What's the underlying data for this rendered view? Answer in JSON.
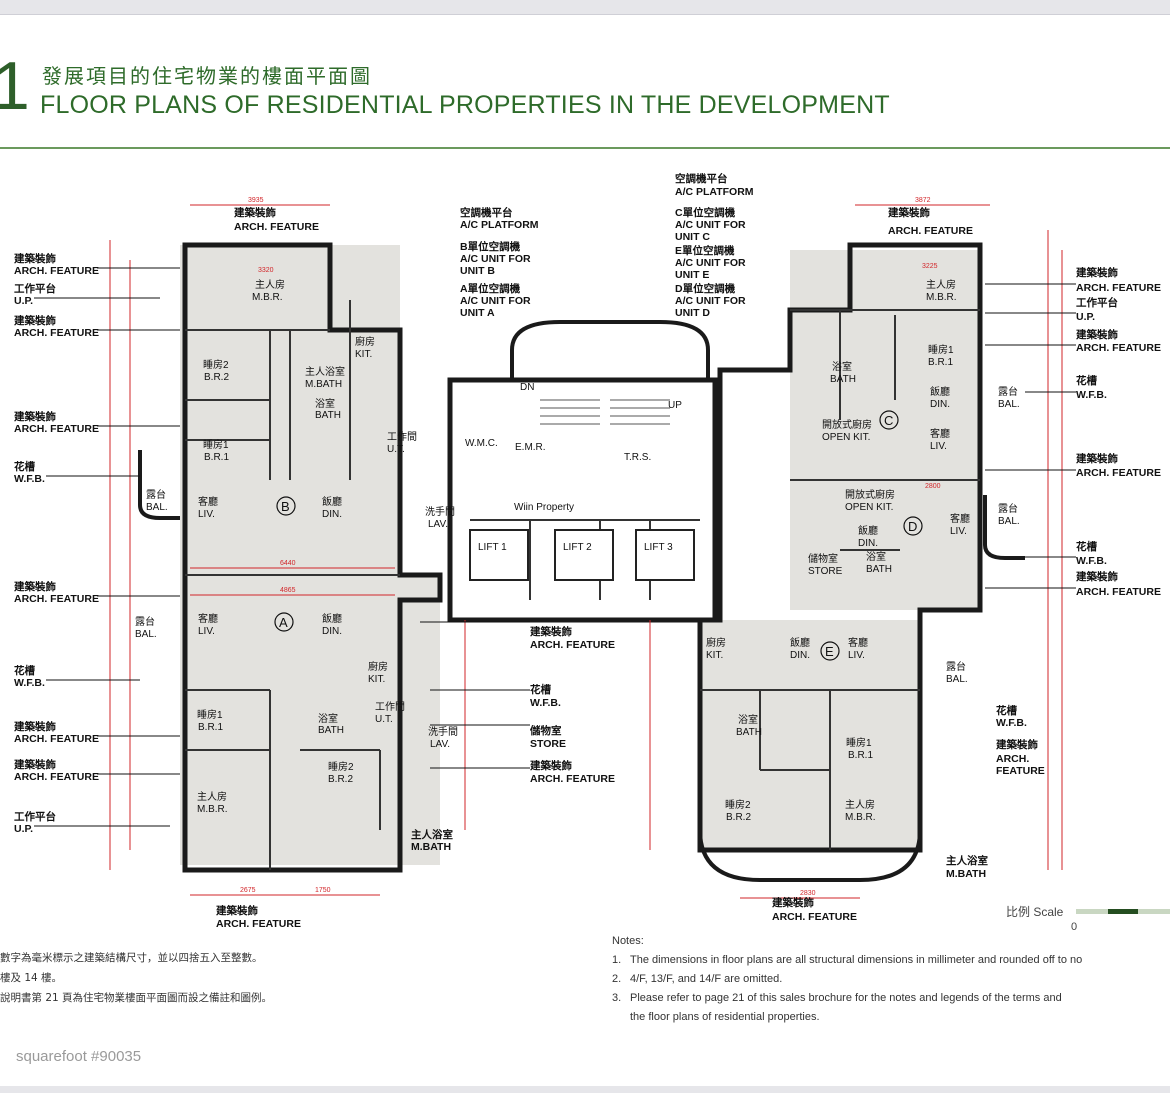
{
  "header": {
    "chapter_number": "1",
    "title_zh": "發展項目的住宅物業的樓面平面圖",
    "title_en": "FLOOR PLANS OF RESIDENTIAL PROPERTIES IN THE DEVELOPMENT"
  },
  "callouts": {
    "arch_zh": "建築裝飾",
    "arch_en": "ARCH. FEATURE",
    "up_zh": "工作平台",
    "up_en": "U.P.",
    "wfb_zh": "花槽",
    "wfb_en": "W.F.B.",
    "ac_platform_zh": "空調機平台",
    "ac_platform_en": "A/C PLATFORM",
    "acb_zh": "B單位空調機",
    "acb_en1": "A/C UNIT FOR",
    "acb_en2": "UNIT B",
    "aca_zh": "A單位空調機",
    "aca_en1": "A/C UNIT FOR",
    "aca_en2": "UNIT A",
    "acc_zh": "C單位空調機",
    "acc_en1": "A/C UNIT FOR",
    "acc_en2": "UNIT C",
    "ace_zh": "E單位空調機",
    "ace_en1": "A/C UNIT FOR",
    "ace_en2": "UNIT E",
    "acd_zh": "D單位空調機",
    "acd_en1": "A/C UNIT FOR",
    "acd_en2": "UNIT D",
    "store_zh": "儲物室",
    "store_en": "STORE",
    "mbath_zh": "主人浴室",
    "mbath_en": "M.BATH",
    "arch_en_a": "ARCH.",
    "arch_en_b": "FEATURE"
  },
  "rooms": {
    "mbr_zh": "主人房",
    "mbr_en": "M.B.R.",
    "br1_zh": "睡房1",
    "br1_en": "B.R.1",
    "br2_zh": "睡房2",
    "br2_en": "B.R.2",
    "liv_zh": "客廳",
    "liv_en": "LIV.",
    "din_zh": "飯廳",
    "din_en": "DIN.",
    "kit_zh": "廚房",
    "kit_en": "KIT.",
    "bath_zh": "浴室",
    "bath_en": "BATH",
    "mbath_zh": "主人浴室",
    "mbath_en": "M.BATH",
    "bal_zh": "露台",
    "bal_en": "BAL.",
    "lav_zh": "洗手間",
    "lav_en": "LAV.",
    "ut_zh": "工作間",
    "ut_en": "U.T.",
    "openkit_zh": "開放式廚房",
    "openkit_en": "OPEN KIT.",
    "store_zh": "儲物室",
    "store_en": "STORE",
    "lift1": "LIFT 1",
    "lift2": "LIFT 2",
    "lift3": "LIFT 3",
    "dn": "DN",
    "up": "UP",
    "emr": "E.M.R.",
    "trs": "T.R.S.",
    "wmc": "W.M.C."
  },
  "units": [
    "A",
    "B",
    "C",
    "D",
    "E"
  ],
  "dims": {
    "b_top": "3935",
    "c_top": "3872",
    "b_width": "6440",
    "a_width": "4865",
    "a_bottom1": "2675",
    "a_bottom2": "1750",
    "e_bottom": "2830",
    "d_width": "2800",
    "c_width": "3225",
    "b_mbr": "3320"
  },
  "watermark_center": "Wiin Property",
  "notes": {
    "title": "Notes:",
    "items": [
      "The dimensions in floor plans are all structural dimensions in millimeter and rounded off to no",
      "4/F, 13/F, and 14/F are omitted.",
      "Please refer to page 21 of this sales brochure for the notes and legends of the terms and",
      "the floor plans of residential properties."
    ],
    "nums": [
      "1.",
      "2.",
      "3.",
      ""
    ]
  },
  "notes_zh": [
    "數字為毫米標示之建築結構尺寸，並以四捨五入至整數。",
    "樓及 14 樓。",
    "說明書第 21 頁為住宅物業樓面平面圖而設之備註和圖例。"
  ],
  "scale": {
    "label": "比例 Scale",
    "zero": "0"
  },
  "footer": {
    "watermark": "squarefoot #90035"
  },
  "colors": {
    "brand_green": "#2e6b2a",
    "dim_red": "#d2262a",
    "unit_fill": "#e3e2de"
  }
}
